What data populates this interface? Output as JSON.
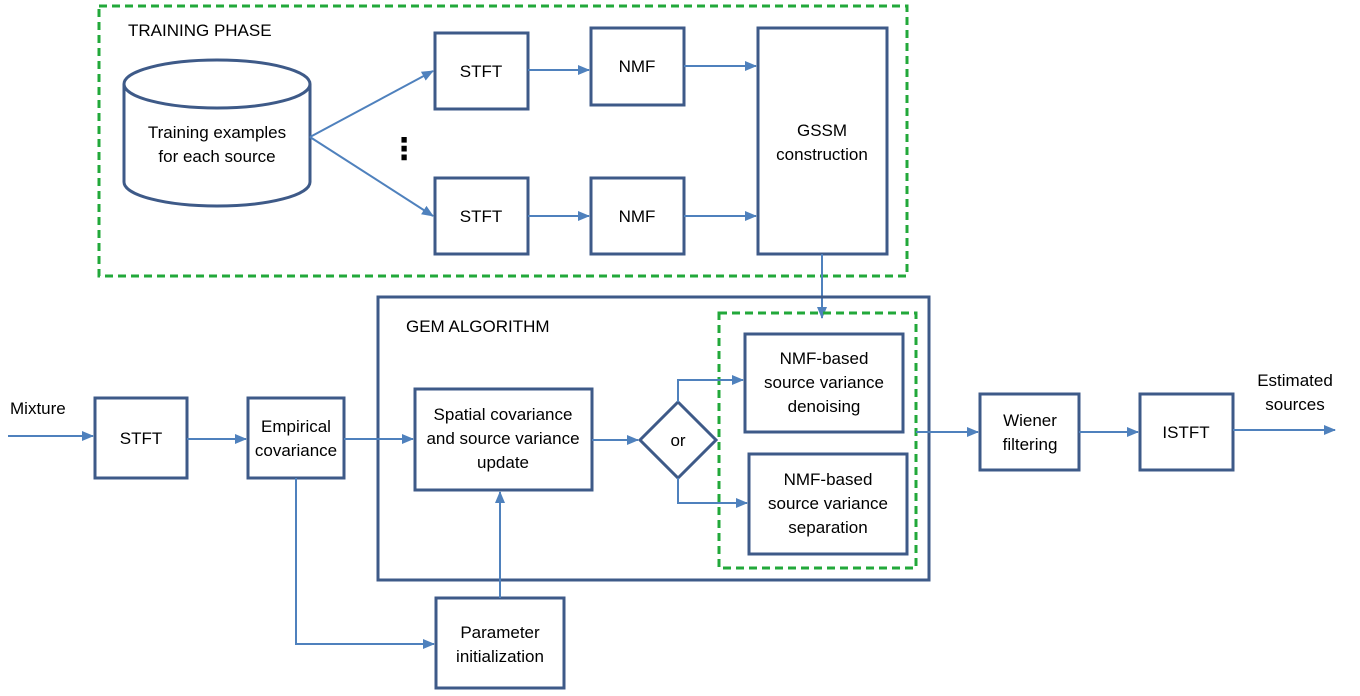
{
  "colors": {
    "box_stroke": "#3e5a88",
    "arrow": "#4f81bd",
    "dashed_group": "#22a83a"
  },
  "labels": {
    "training_phase": "TRAINING PHASE",
    "training_examples": [
      "Training examples",
      "for each source"
    ],
    "stft": "STFT",
    "nmf": "NMF",
    "ellipsis": "⋮",
    "gssm": [
      "GSSM",
      "construction"
    ],
    "gem_algorithm": "GEM ALGORITHM",
    "mixture": "Mixture",
    "empirical_covariance": [
      "Empirical",
      "covariance"
    ],
    "spatial_update": [
      "Spatial covariance",
      "and source variance",
      "update"
    ],
    "or": "or",
    "nmf_denoising": [
      "NMF-based",
      "source variance",
      "denoising"
    ],
    "nmf_separation": [
      "NMF-based",
      "source variance",
      "separation"
    ],
    "parameter_init": [
      "Parameter",
      "initialization"
    ],
    "wiener": [
      "Wiener",
      "filtering"
    ],
    "istft": "ISTFT",
    "estimated_sources": [
      "Estimated",
      "sources"
    ]
  }
}
